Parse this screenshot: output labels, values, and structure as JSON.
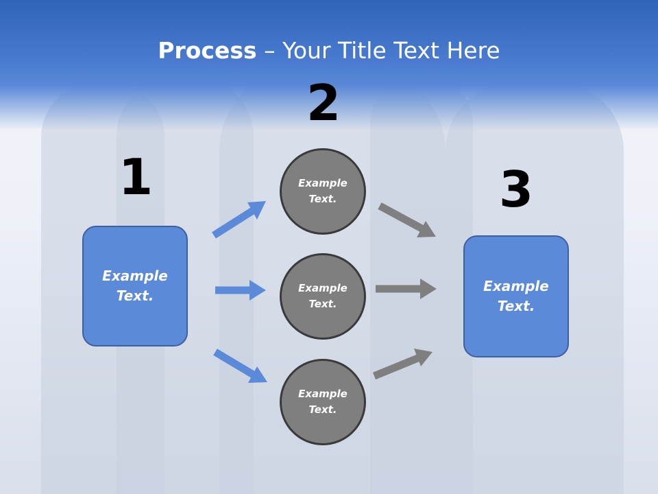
{
  "title": {
    "bold": "Process",
    "rest": " – Your Title Text Here"
  },
  "steps": {
    "one": "1",
    "two": "2",
    "three": "3"
  },
  "left_box": {
    "line1": "Example",
    "line2": "Text."
  },
  "circles": [
    {
      "line1": "Example",
      "line2": "Text."
    },
    {
      "line1": "Example",
      "line2": "Text."
    },
    {
      "line1": "Example",
      "line2": "Text."
    }
  ],
  "right_box": {
    "line1": "Example",
    "line2": "Text."
  },
  "colors": {
    "header_blue": "#3f72c8",
    "box_fill": "#5b8ad9",
    "box_border": "#3f5f9f",
    "circle_fill": "#7f7f7f",
    "circle_border": "#3a3a3a",
    "arrow_blue": "#5b8ad9",
    "arrow_gray": "#7f7f7f"
  }
}
